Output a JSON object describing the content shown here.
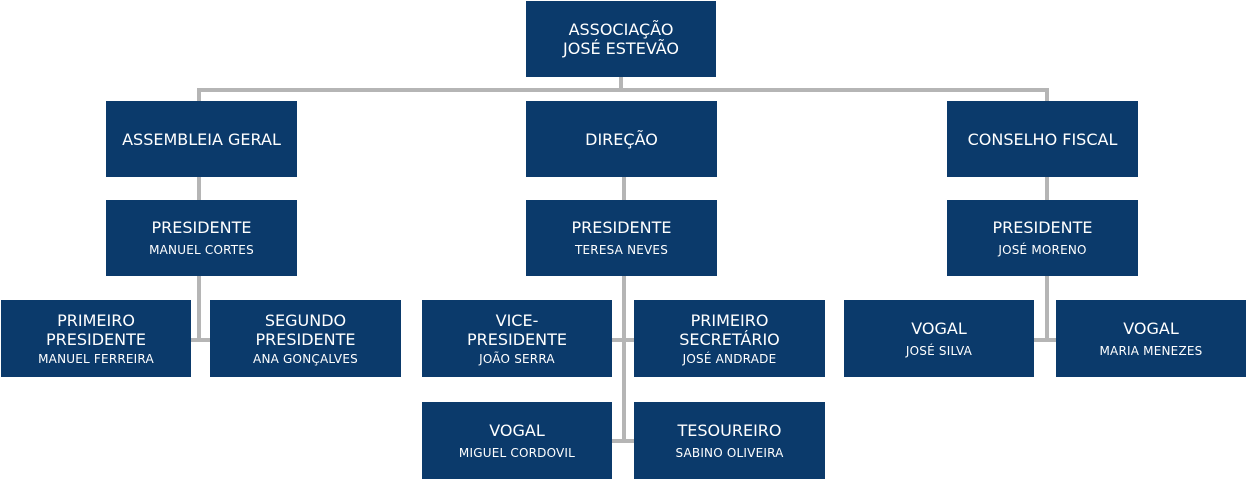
{
  "colors": {
    "box_fill": "#0b3a6b",
    "box_text": "#ffffff",
    "connector": "#b5b5b5"
  },
  "root": {
    "title": "ASSOCIAÇÃO\nJOSÉ ESTEVÃO"
  },
  "branches": [
    {
      "title": "ASSEMBLEIA GERAL",
      "president": {
        "title": "PRESIDENTE",
        "name": "MANUEL CORTES"
      },
      "members": [
        {
          "title": "PRIMEIRO\nPRESIDENTE",
          "name": "MANUEL FERREIRA"
        },
        {
          "title": "SEGUNDO\nPRESIDENTE",
          "name": "ANA GONÇALVES"
        }
      ]
    },
    {
      "title": "DIREÇÃO",
      "president": {
        "title": "PRESIDENTE",
        "name": "TERESA NEVES"
      },
      "members": [
        {
          "title": "VICE-\nPRESIDENTE",
          "name": "JOÃO SERRA"
        },
        {
          "title": "PRIMEIRO\nSECRETÁRIO",
          "name": "JOSÉ ANDRADE"
        },
        {
          "title": "VOGAL",
          "name": "MIGUEL CORDOVIL"
        },
        {
          "title": "TESOUREIRO",
          "name": "SABINO OLIVEIRA"
        }
      ]
    },
    {
      "title": "CONSELHO FISCAL",
      "president": {
        "title": "PRESIDENTE",
        "name": "JOSÉ MORENO"
      },
      "members": [
        {
          "title": "VOGAL",
          "name": "JOSÉ SILVA"
        },
        {
          "title": "VOGAL",
          "name": "MARIA MENEZES"
        }
      ]
    }
  ]
}
